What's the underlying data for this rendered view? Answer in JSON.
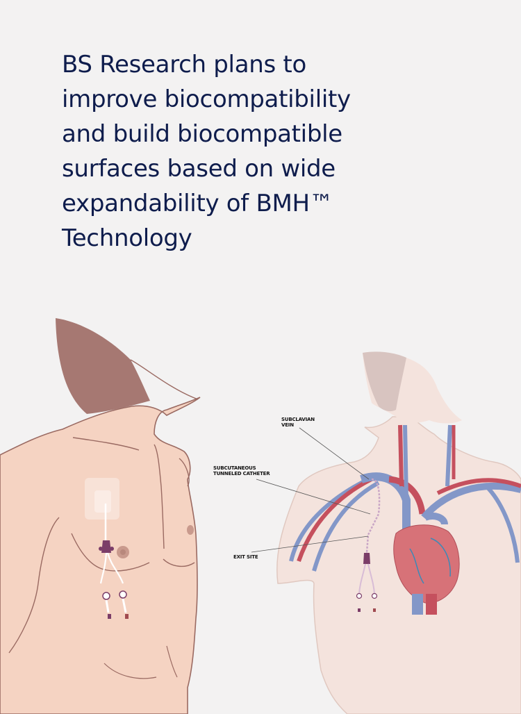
{
  "headline": {
    "lines": [
      "BS Research plans to",
      "improve biocompatibility",
      "and build biocompatible",
      "surfaces based on wide",
      "expandability of BMH™",
      "Technology"
    ],
    "color": "#0e1c4c"
  },
  "illustration": {
    "left_figure": "male torso with tunneled catheter exit site dressing",
    "right_figure": "anatomical torso showing heart and vessels with catheter",
    "labels": {
      "subclavian_vein": [
        "SUBCLAVIAN",
        "VEIN"
      ],
      "tunneled_catheter": [
        "SUBCUTANEOUS",
        "TUNNELED CATHETER"
      ],
      "exit_site": "EXIT SITE"
    },
    "colors": {
      "background": "#f3f2f2",
      "skin_left": "#f5d3c2",
      "skin_right": "#f4e3dd",
      "outline": "#9a6a62",
      "hair": "#a67872",
      "artery": "#c5505e",
      "vein": "#8397c8",
      "catheter_hub": "#7b3d68"
    }
  }
}
